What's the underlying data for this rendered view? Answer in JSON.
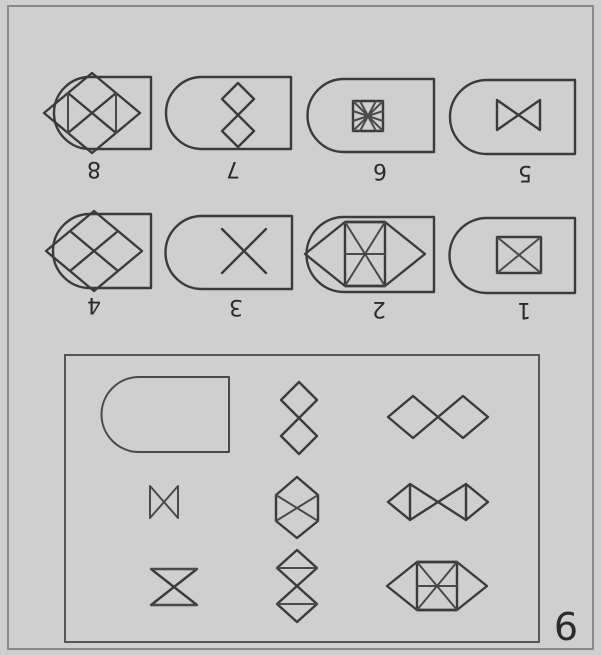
{
  "puzzle": {
    "number": "6",
    "option_labels": [
      "1",
      "2",
      "3",
      "4",
      "5",
      "6",
      "7",
      "8"
    ]
  },
  "colors": {
    "background": "#cfcfcf",
    "line": "#3b3b3b"
  }
}
